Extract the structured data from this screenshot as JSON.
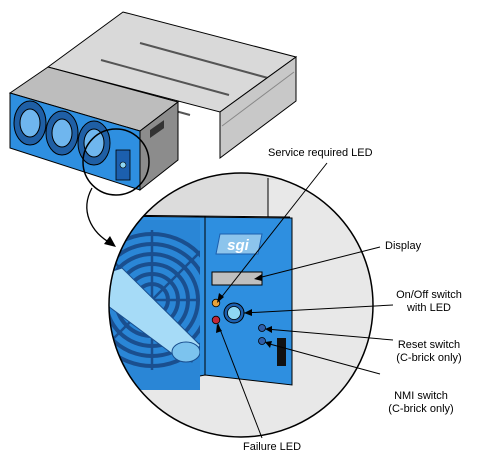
{
  "labels": {
    "service_led": "Service required LED",
    "display": "Display",
    "onoff_line1": "On/Off switch",
    "onoff_line2": "with LED",
    "reset_line1": "Reset switch",
    "reset_line2": "(C-brick only)",
    "nmi_line1": "NMI switch",
    "nmi_line2": "(C-brick only)",
    "failure_led": "Failure LED"
  },
  "logo_text": "sgi",
  "colors": {
    "panel_blue": "#2e8fe0",
    "panel_blue_dark": "#1c5fae",
    "chassis_gray": "#d6d6d6",
    "chassis_dark": "#9a9a9a",
    "led_amber": "#e8a23a",
    "led_red": "#c0283a",
    "switch_cyan": "#8fd6f2",
    "button_blue": "#2f5ea8"
  }
}
